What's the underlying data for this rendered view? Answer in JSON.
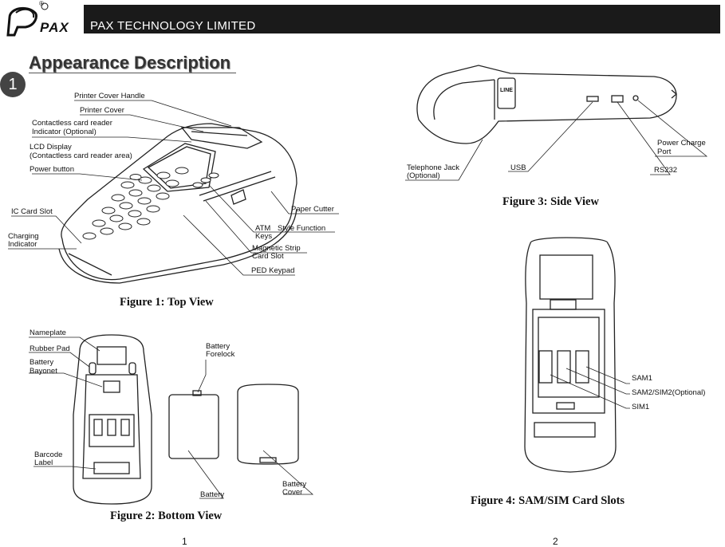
{
  "header": {
    "company": "PAX TECHNOLOGY LIMITED",
    "logo_text": "PAX",
    "registered_mark": "®"
  },
  "section": {
    "number": "1",
    "title": "Appearance Description"
  },
  "figure1": {
    "caption": "Figure 1: Top View",
    "labels": {
      "printer_cover_handle": "Printer Cover Handle",
      "printer_cover": "Printer  Cover",
      "contactless_line1": "Contactless card reader",
      "contactless_line2": "Indicator (Optional)",
      "lcd_line1": "LCD Display",
      "lcd_line2": "(Contactless card reader area)",
      "power_button": "Power button",
      "ic_card_slot": "IC  Card Slot",
      "charging_line1": "Charging",
      "charging_line2": "Indicator",
      "paper_cutter": "Paper Cutter",
      "atm_line1": "ATM",
      "atm_line2": "Keys",
      "style_function": "Style Function",
      "magstripe_line1": "Magnetic Strip",
      "magstripe_line2": "Card Slot",
      "ped_keypad": "PED Keypad"
    }
  },
  "figure2": {
    "caption": "Figure 2: Bottom View",
    "labels": {
      "nameplate": "Nameplate",
      "rubber_pad": "Rubber Pad",
      "battery_bayonet_line1": "Battery",
      "battery_bayonet_line2": "Bayonet",
      "barcode_line1": "Barcode",
      "barcode_line2": "Label",
      "battery_forelock_line1": "Battery",
      "battery_forelock_line2": "Forelock",
      "battery": "Battery",
      "battery_cover_line1": "Battery",
      "battery_cover_line2": "Cover"
    }
  },
  "figure3": {
    "caption": "Figure 3: Side View",
    "labels": {
      "telephone_line1": "Telephone Jack",
      "telephone_line2": "(Optional)",
      "usb": "USB",
      "rs232": "RS232",
      "power_line1": "Power Charge",
      "power_line2": "Port",
      "line_jack": "LINE"
    }
  },
  "figure4": {
    "caption": "Figure 4: SAM/SIM Card Slots",
    "labels": {
      "sam1": "SAM1",
      "sam2": "SAM2/SIM2(Optional)",
      "sim1": "SIM1"
    }
  },
  "pages": {
    "left": "1",
    "right": "2"
  }
}
